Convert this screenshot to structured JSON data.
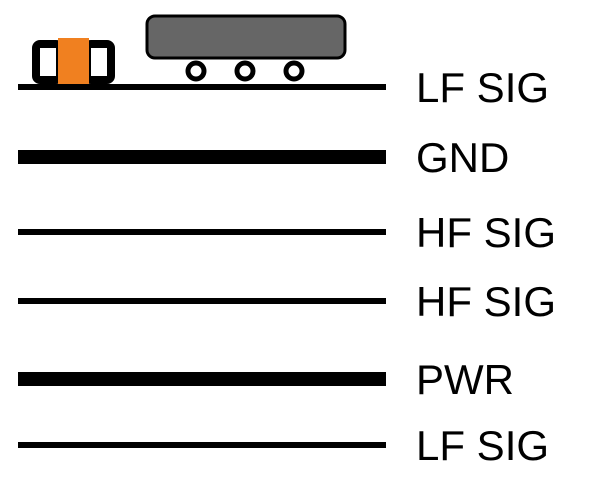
{
  "layers": [
    {
      "label": "LF SIG",
      "kind": "signal"
    },
    {
      "label": "GND",
      "kind": "plane"
    },
    {
      "label": "HF SIG",
      "kind": "signal"
    },
    {
      "label": "HF SIG",
      "kind": "signal"
    },
    {
      "label": "PWR",
      "kind": "plane"
    },
    {
      "label": "LF SIG",
      "kind": "signal"
    }
  ],
  "components": [
    {
      "name": "smd-chip-component",
      "body_color": "#f08020"
    },
    {
      "name": "ic-package-component",
      "body_color": "#666666",
      "pin_count": 3
    }
  ],
  "colors": {
    "trace": "#000000",
    "chip_body": "#f08020",
    "ic_body": "#666666",
    "background": "#ffffff"
  }
}
